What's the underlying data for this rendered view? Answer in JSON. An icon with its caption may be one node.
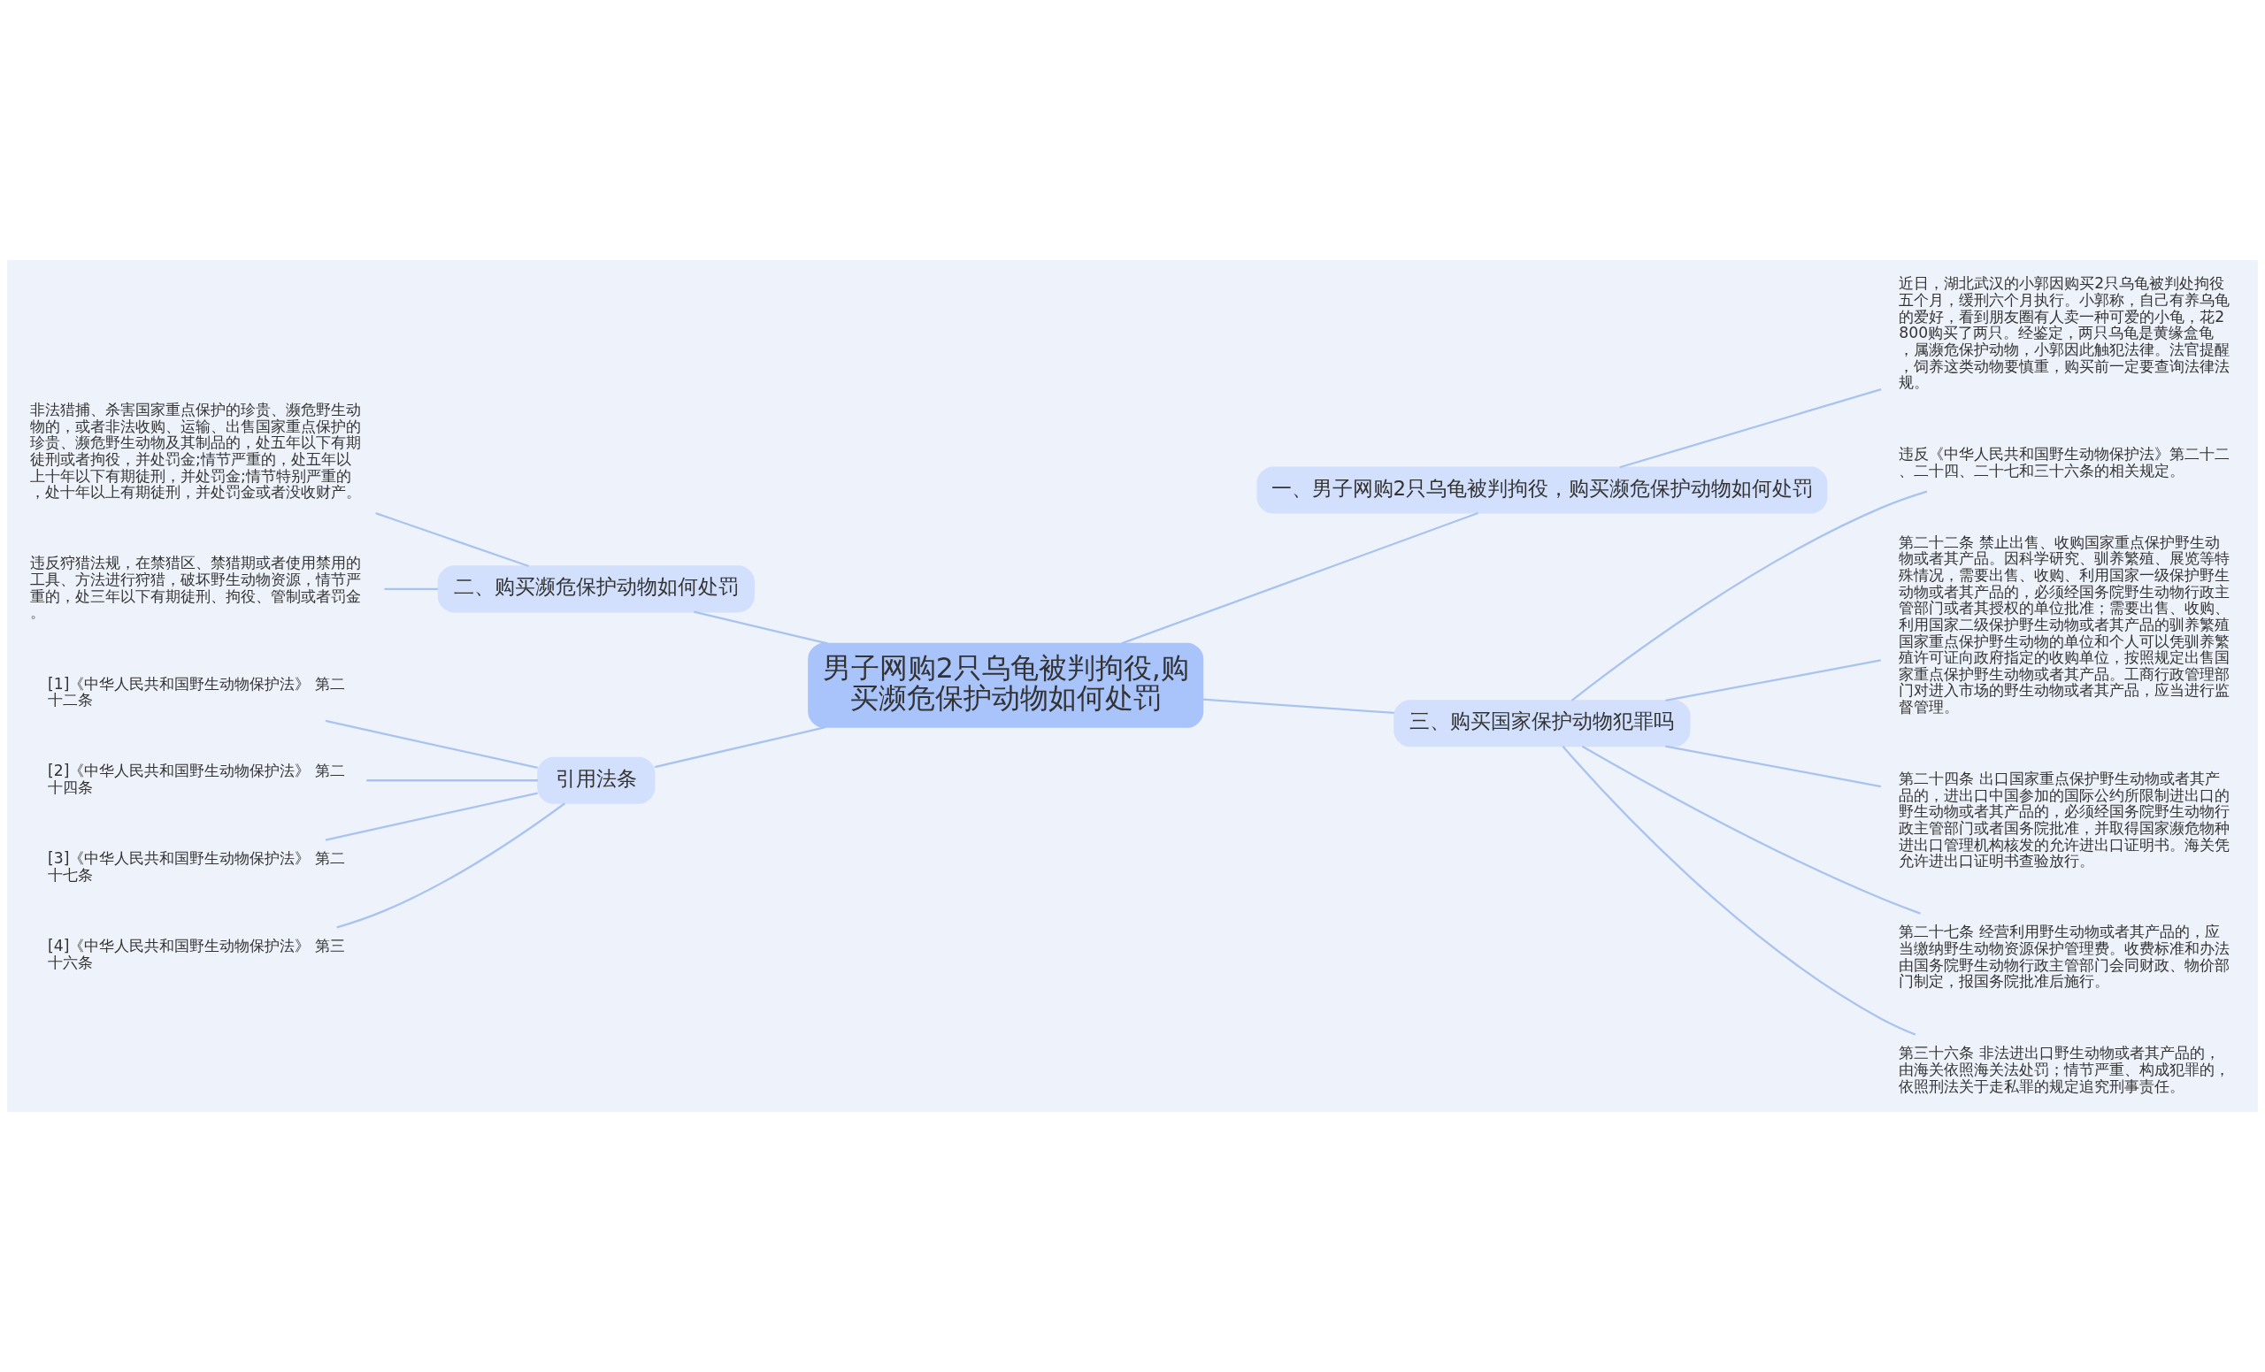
{
  "diagram": {
    "nodes": [
      {
        "text": [
          "男子网购2只乌龟被判拘役,购买濒危保护动物如何处罚"
        ]
      },
      {
        "text": [
          "二、购买濒危保护动物如何处罚"
        ]
      },
      {
        "text": [
          "非法猎捕、杀害国家重点保护的珍贵、濒危野生动物的，或者非法收购、运输、出售国家重点保护的珍贵、濒危野生动物及其制品的，处五年以下有期徒刑或者拘役，并处罚金;情节严重的，处五年以上十年以下有期徒刑，并处罚金;情节特别严重的，处十年以上有期徒刑，并处罚金或者没收财产。"
        ]
      },
      {
        "text": [
          "违反狩猎法规，在禁猎区、禁猎期或者使用禁用的工具、方法进行狩猎，破坏野生动物资源，情节严重的，处三年以下有期徒刑、拘役、管制或者罚金。"
        ]
      },
      {
        "text": [
          "引用法条"
        ]
      },
      {
        "text": [
          "[1]《中华人民共和国野生动物保护法》 第二十二条"
        ]
      },
      {
        "text": [
          "[2]《中华人民共和国野生动物保护法》 第二十四条"
        ]
      },
      {
        "text": [
          "[3]《中华人民共和国野生动物保护法》 第二十七条"
        ]
      },
      {
        "text": [
          "[4]《中华人民共和国野生动物保护法》 第三十六条"
        ]
      },
      {
        "text": [
          "一、男子网购2只乌龟被判拘役，购买濒危保护动物如何处罚"
        ]
      },
      {
        "text": [
          "近日，湖北武汉的小郭因购买2只乌龟被判处拘役五个月，缓刑六个月执行。小郭称，自己有养乌龟的爱好，看到朋友圈有人卖一种可爱的小龟，花2800购买了两只。经鉴定，两只乌龟是黄缘盒龟，属濒危保护动物，小郭因此触犯法律。法官提醒，饲养这类动物要慎重，购买前一定要查询法律法规。"
        ]
      },
      {
        "text": [
          "三、购买国家保护动物犯罪吗"
        ]
      },
      {
        "text": [
          "违反《中华人民共和国野生动物保护法》第二十二、二十四、二十七和三十六条的相关规定。"
        ]
      },
      {
        "text": [
          "第二十二条 禁止出售、收购国家重点保护野生动物或者其产品。因科学研究、驯养繁殖、展览等特殊情况，需要出售、收购、利用国家一级保护野生动物或者其产品的，必须经国务院野生动物行政主管部门或者其授权的单位批准；需要出售、收购、利用国家二级保护野生动物或者其产品的驯养繁殖国家重点保护野生动物的单位和个人可以凭驯养繁殖许可证向政府指定的收购单位，按照规定出售国家重点保护野生动物或者其产品。工商行政管理部门对进入市场的野生动物或者其产品，应当进行监督管理。"
        ]
      },
      {
        "text": [
          "第二十四条 出口国家重点保护野生动物或者其产品的，进出口中国参加的国际公约所限制进出口的野生动物或者其产品的，必须经国务院野生动物行政主管部门或者国务院批准，并取得国家濒危物种进出口管理机构核发的允许进出口证明书。海关凭允许进出口证明书查验放行。"
        ]
      },
      {
        "text": [
          "第二十七条 经营利用野生动物或者其产品的，应当缴纳野生动物资源保护管理费。收费标准和办法由国务院野生动物行政主管部门会同财政、物价部门制定，报国务院批准后施行。"
        ]
      },
      {
        "text": [
          "第三十六条 非法进出口野生动物或者其产品的，由海关依照海关法处罚；情节严重、构成犯罪的，依照刑法关于走私罪的规定追究刑事责任。"
        ]
      }
    ],
    "edges": [
      {
        "from": 0,
        "to": 1,
        "arrow": "none"
      },
      {
        "from": 1,
        "to": 2,
        "arrow": "none"
      },
      {
        "from": 1,
        "to": 3,
        "arrow": "none"
      },
      {
        "from": 0,
        "to": 4,
        "arrow": "none"
      },
      {
        "from": 4,
        "to": 5,
        "arrow": "none"
      },
      {
        "from": 4,
        "to": 6,
        "arrow": "none"
      },
      {
        "from": 4,
        "to": 7,
        "arrow": "none"
      },
      {
        "from": 4,
        "to": 8,
        "arrow": "none"
      },
      {
        "from": 0,
        "to": 9,
        "arrow": "none"
      },
      {
        "from": 9,
        "to": 10,
        "arrow": "none"
      },
      {
        "from": 0,
        "to": 11,
        "arrow": "none"
      },
      {
        "from": 11,
        "to": 12,
        "arrow": "none"
      },
      {
        "from": 11,
        "to": 13,
        "arrow": "none"
      },
      {
        "from": 11,
        "to": 14,
        "arrow": "none"
      },
      {
        "from": 11,
        "to": 15,
        "arrow": "none"
      },
      {
        "from": 11,
        "to": 16,
        "arrow": "none"
      }
    ]
  }
}
